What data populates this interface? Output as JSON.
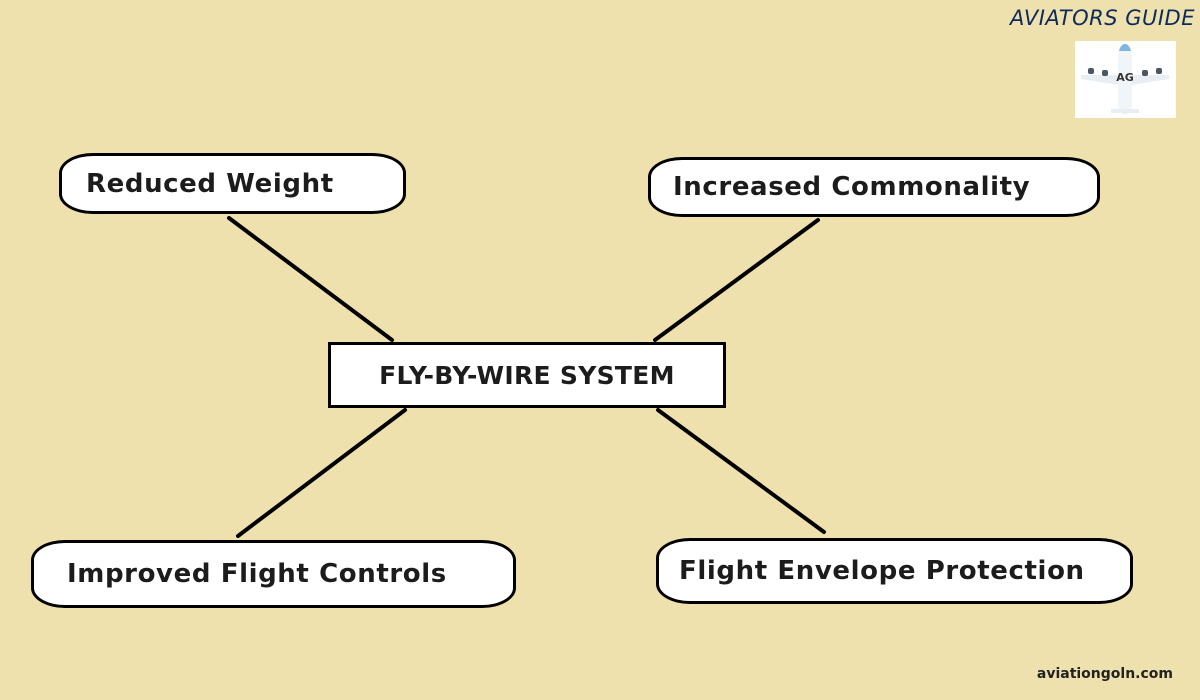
{
  "brand": {
    "title": "AVIATORS GUIDE",
    "logo_icon": "airplane-icon",
    "logo_text": "AG"
  },
  "diagram": {
    "center": {
      "label": "FLY-BY-WIRE SYSTEM"
    },
    "benefits": [
      {
        "label": "Reduced Weight"
      },
      {
        "label": "Increased Commonality"
      },
      {
        "label": "Improved Flight Controls"
      },
      {
        "label": "Flight Envelope Protection"
      }
    ]
  },
  "footer": {
    "site": "aviationgoln.com"
  },
  "colors": {
    "background": "#efe1ad",
    "box_fill": "#ffffff",
    "outline": "#000000",
    "brand_text": "#0d2a5c"
  }
}
